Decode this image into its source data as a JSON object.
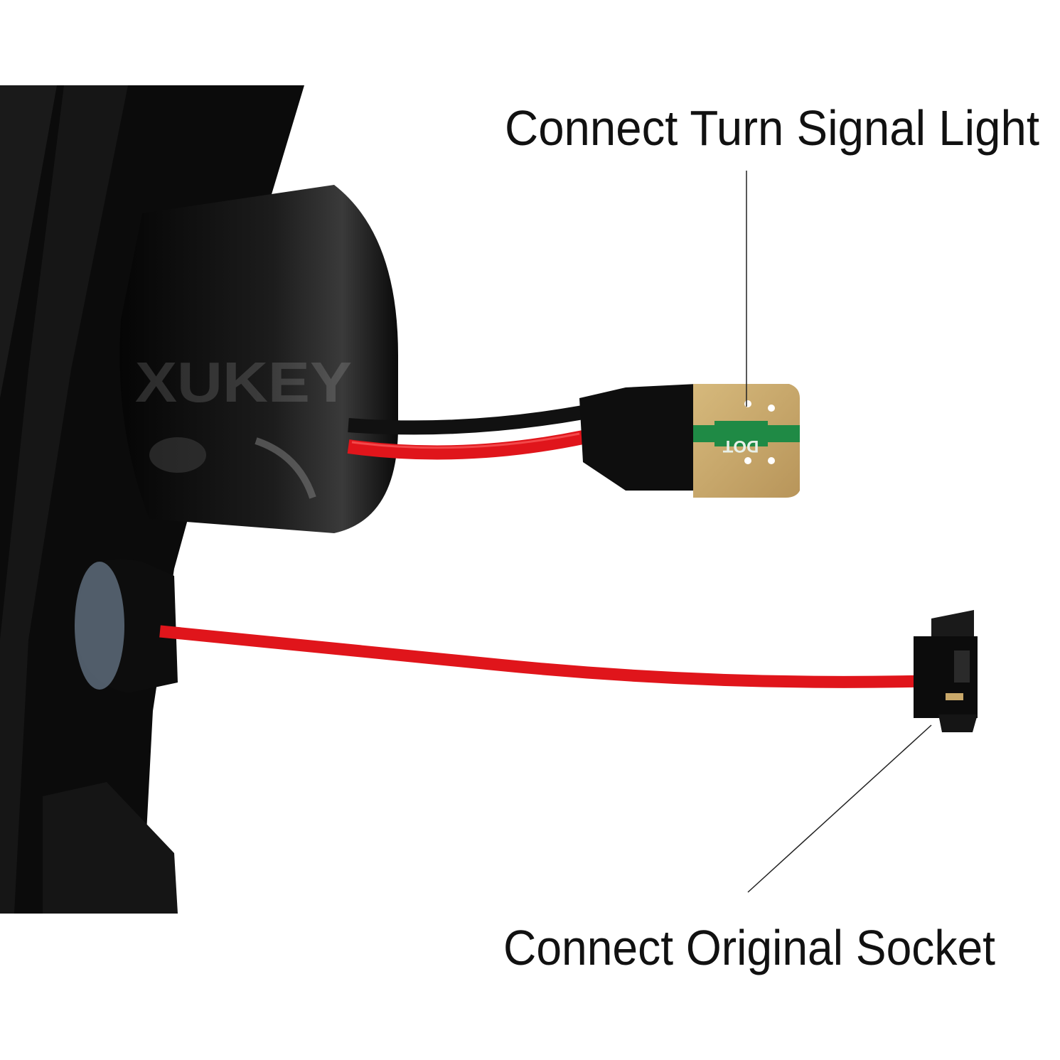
{
  "annotations": {
    "top_label": "Connect Turn Signal Light",
    "bottom_label": "Connect Original Socket"
  },
  "watermark": "XUKEY",
  "pcb_marking": "DOT",
  "colors": {
    "background": "#ffffff",
    "housing": "#0b0b0b",
    "wire_red": "#e0151b",
    "wire_black": "#111111",
    "pcb_gold": "#c9a86a",
    "pcb_green": "#1f8a45",
    "text": "#111111"
  }
}
